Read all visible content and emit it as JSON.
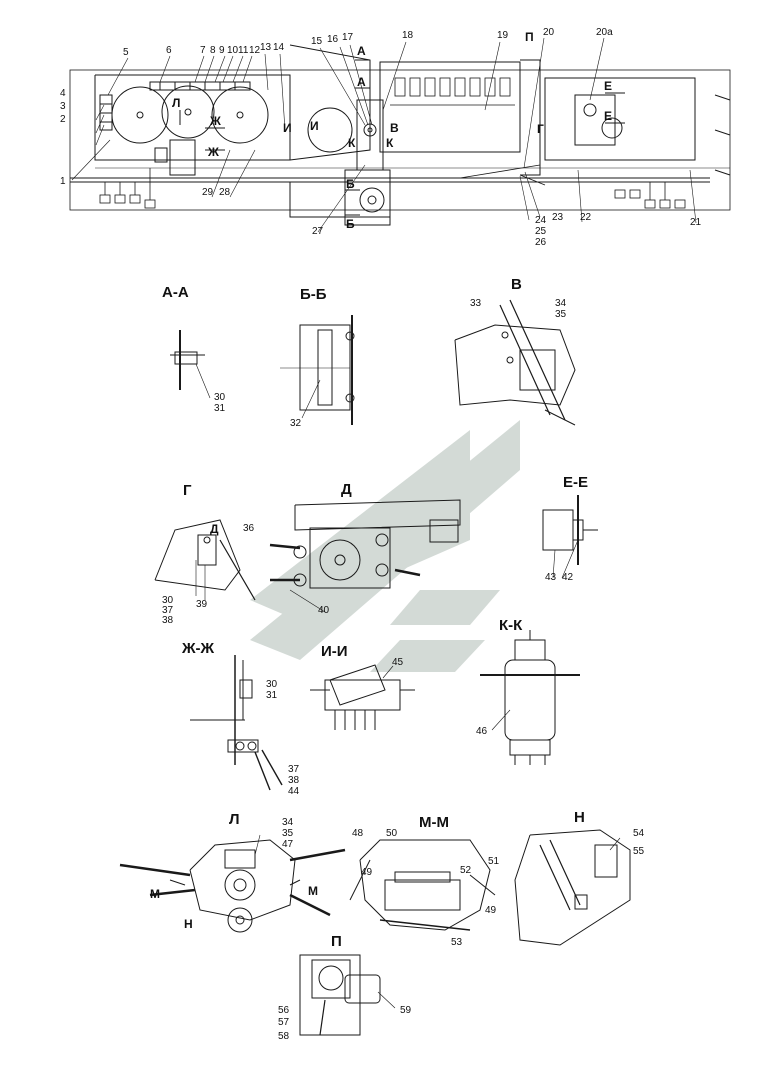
{
  "colors": {
    "ink": "#1a1a1a",
    "paper": "#ffffff",
    "watermark": "#cfd6d2"
  },
  "watermark": {
    "name": "stylized-logo-watermark"
  },
  "views": [
    {
      "id": "AA",
      "title": "А-А"
    },
    {
      "id": "BB",
      "title": "Б-Б"
    },
    {
      "id": "V",
      "title": "В"
    },
    {
      "id": "G",
      "title": "Г"
    },
    {
      "id": "D",
      "title": "Д"
    },
    {
      "id": "EE",
      "title": "Е-Е"
    },
    {
      "id": "ZhZh",
      "title": "Ж-Ж"
    },
    {
      "id": "II",
      "title": "И-И"
    },
    {
      "id": "KK",
      "title": "К-К"
    },
    {
      "id": "L",
      "title": "Л"
    },
    {
      "id": "MM",
      "title": "М-М"
    },
    {
      "id": "N",
      "title": "Н"
    },
    {
      "id": "P",
      "title": "П"
    }
  ],
  "main_labels": {
    "n1": "1",
    "n2": "2",
    "n3": "3",
    "n4": "4",
    "n5": "5",
    "n6": "6",
    "n7": "7",
    "n8": "8",
    "n9": "9",
    "n10": "10",
    "n11": "11",
    "n12": "12",
    "n13": "13",
    "n14": "14",
    "n15": "15",
    "n16": "16",
    "n17": "17",
    "n18": "18",
    "n19": "19",
    "n20": "20",
    "n20a": "20а",
    "n21": "21",
    "n22": "22",
    "n23": "23",
    "n24": "24",
    "n25": "25",
    "n26": "26",
    "n27": "27",
    "n28": "28",
    "n29": "29"
  },
  "main_arrows": {
    "A1": "А",
    "A2": "А",
    "B1": "Б",
    "B2": "Б",
    "V": "В",
    "G": "Г",
    "E1": "Е",
    "E2": "Е",
    "Zh1": "Ж",
    "Zh2": "Ж",
    "I1": "И",
    "I2": "И",
    "K1": "К",
    "K2": "К",
    "L": "Л",
    "P": "П"
  },
  "detail_labels": {
    "n30": "30",
    "n31": "31",
    "n32": "32",
    "n33": "33",
    "n34": "34",
    "n35": "35",
    "n36": "36",
    "n37": "37",
    "n38": "38",
    "n39": "39",
    "n40": "40",
    "n42": "42",
    "n43": "43",
    "n44": "44",
    "n45": "45",
    "n46": "46",
    "n47": "47",
    "n48": "48",
    "n49": "49",
    "n50": "50",
    "n51": "51",
    "n52": "52",
    "n53": "53",
    "n54": "54",
    "n55": "55",
    "n56": "56",
    "n57": "57",
    "n58": "58",
    "n59": "59",
    "g30": "30",
    "g37": "37",
    "g38": "38",
    "zh30": "30",
    "zh31": "31",
    "zh37": "37",
    "zh38": "38",
    "l34": "34",
    "l35": "35",
    "mm49b": "49",
    "dD": "Д",
    "lM1": "М",
    "lM2": "М",
    "lN": "Н"
  }
}
